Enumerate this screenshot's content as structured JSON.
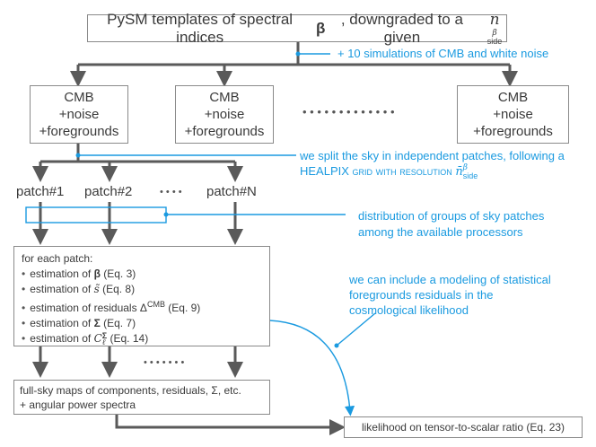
{
  "top_box": {
    "text": "PySM templates of spectral indices",
    "beta_bold": "β",
    "suffix": ", downgraded to a given",
    "math_n": "n",
    "math_sup": "β",
    "math_sub": "side"
  },
  "note_sims": "+ 10 simulations of CMB and white noise",
  "sim_boxes": [
    {
      "line1": "CMB",
      "line2": "+noise",
      "line3": "+foregrounds"
    },
    {
      "line1": "CMB",
      "line2": "+noise",
      "line3": "+foregrounds"
    },
    {
      "line1": "CMB",
      "line2": "+noise",
      "line3": "+foregrounds"
    }
  ],
  "dots_sims": "• • • • • • • • • • • • •",
  "note_split": {
    "line1": "we split the sky in independent patches, following a",
    "line2_prefix": "HEALPIX grid with resolution",
    "math_n": "n̄",
    "math_sup": "β",
    "math_sub": "side"
  },
  "patches": {
    "p1": "patch#1",
    "p2": "patch#2",
    "dots": "• • • •",
    "pN": "patch#N"
  },
  "note_distribution": {
    "line1": "distribution of groups of sky patches",
    "line2": "among the available processors"
  },
  "patch_box": {
    "header": "for each patch:",
    "items": [
      {
        "prefix": "estimation of ",
        "sym": "β",
        "suffix": " (Eq. 3)"
      },
      {
        "prefix": "estimation of ",
        "sym": "s̃",
        "suffix": " (Eq. 8)"
      },
      {
        "prefix": "estimation of residuals Δ",
        "sym": "CMB",
        "suffix": " (Eq. 9)"
      },
      {
        "prefix": "estimation of ",
        "sym": "Σ",
        "suffix": " (Eq. 7)"
      },
      {
        "prefix": "estimation of ",
        "sym": "C",
        "sym_sup": "Σ",
        "sym_sub": "ℓ",
        "suffix": " (Eq. 14)"
      }
    ]
  },
  "note_modeling": {
    "line1": "we can include a modeling of statistical",
    "line2": "foregrounds residuals in the",
    "line3": "cosmological likelihood"
  },
  "dots_arrows": "• • • • • • •",
  "maps_box": {
    "line1": "full-sky maps of components, residuals, Σ, etc.",
    "line2": "+ angular power spectra"
  },
  "likelihood_box": "likelihood on tensor-to-scalar ratio (Eq. 23)",
  "colors": {
    "accent": "#1a9ae0",
    "arrow": "#5a5a5a",
    "border": "#8a8a8a"
  }
}
